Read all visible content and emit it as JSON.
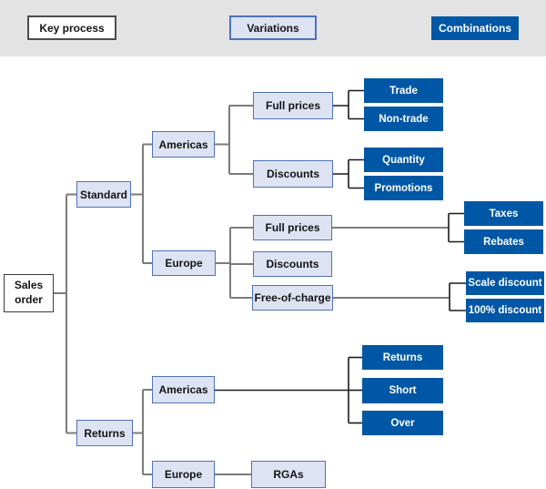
{
  "legend": {
    "key_process": "Key process",
    "variations": "Variations",
    "combinations": "Combinations"
  },
  "colors": {
    "combination_blue": "#0057a6",
    "variation_fill": "#dee3f3",
    "variation_border": "#4d72b8",
    "line_gray": "#7b7b7b",
    "line_black": "#1a1a1a",
    "legend_strip_gray": "#e3e3e3"
  },
  "tree": {
    "nodes": [
      {
        "id": "sales-order",
        "label": "Sales order",
        "type": "key"
      },
      {
        "id": "standard",
        "label": "Standard",
        "type": "variation"
      },
      {
        "id": "returns-variation",
        "label": "Returns",
        "type": "variation"
      },
      {
        "id": "americas-standard",
        "label": "Americas",
        "type": "variation"
      },
      {
        "id": "europe-standard",
        "label": "Europe",
        "type": "variation"
      },
      {
        "id": "full-prices-americas",
        "label": "Full prices",
        "type": "variation"
      },
      {
        "id": "discounts-americas",
        "label": "Discounts",
        "type": "variation"
      },
      {
        "id": "full-prices-europe",
        "label": "Full prices",
        "type": "variation"
      },
      {
        "id": "discounts-europe",
        "label": "Discounts",
        "type": "variation"
      },
      {
        "id": "free-of-charge",
        "label": "Free-of-charge",
        "type": "variation"
      },
      {
        "id": "americas-returns",
        "label": "Americas",
        "type": "variation"
      },
      {
        "id": "europe-returns",
        "label": "Europe",
        "type": "variation"
      },
      {
        "id": "rgas",
        "label": "RGAs",
        "type": "variation"
      },
      {
        "id": "trade",
        "label": "Trade",
        "type": "combination"
      },
      {
        "id": "non-trade",
        "label": "Non-trade",
        "type": "combination"
      },
      {
        "id": "quantity",
        "label": "Quantity",
        "type": "combination"
      },
      {
        "id": "promotions",
        "label": "Promotions",
        "type": "combination"
      },
      {
        "id": "taxes",
        "label": "Taxes",
        "type": "combination"
      },
      {
        "id": "rebates",
        "label": "Rebates",
        "type": "combination"
      },
      {
        "id": "scale-discount",
        "label": "Scale discount",
        "type": "combination"
      },
      {
        "id": "hundred-pct-discount",
        "label": "100% discount",
        "type": "combination"
      },
      {
        "id": "returns-combination",
        "label": "Returns",
        "type": "combination"
      },
      {
        "id": "short",
        "label": "Short",
        "type": "combination"
      },
      {
        "id": "over",
        "label": "Over",
        "type": "combination"
      }
    ]
  }
}
